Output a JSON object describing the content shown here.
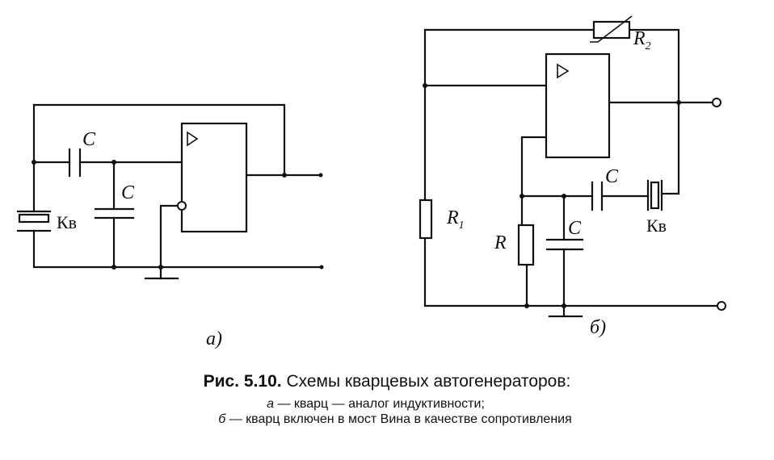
{
  "labels": {
    "a": {
      "cap_top": "C",
      "cap_mid": "C",
      "crystal": "Кв",
      "sub": "а)"
    },
    "b": {
      "r2_main": "R",
      "r2_sub": "2",
      "r1_main": "R",
      "r1_sub": "1",
      "r": "R",
      "cap_top": "C",
      "cap_low": "C",
      "crystal": "Кв",
      "sub": "б)"
    }
  },
  "caption": {
    "fig_number": "Рис. 5.10.",
    "title": "Схемы кварцевых автогенераторов:",
    "line_a_letter": "а",
    "line_a_text": " — кварц — аналог индуктивности;",
    "line_b_letter": "б",
    "line_b_text": " — кварц включен в мост Вина в качестве сопротивления"
  },
  "colors": {
    "ink": "#111111",
    "paper": "#ffffff"
  },
  "icons": [
    "amplifier-triangle-icon",
    "crystal-icon",
    "capacitor-icon",
    "resistor-icon",
    "thermistor-icon",
    "ground-icon"
  ]
}
